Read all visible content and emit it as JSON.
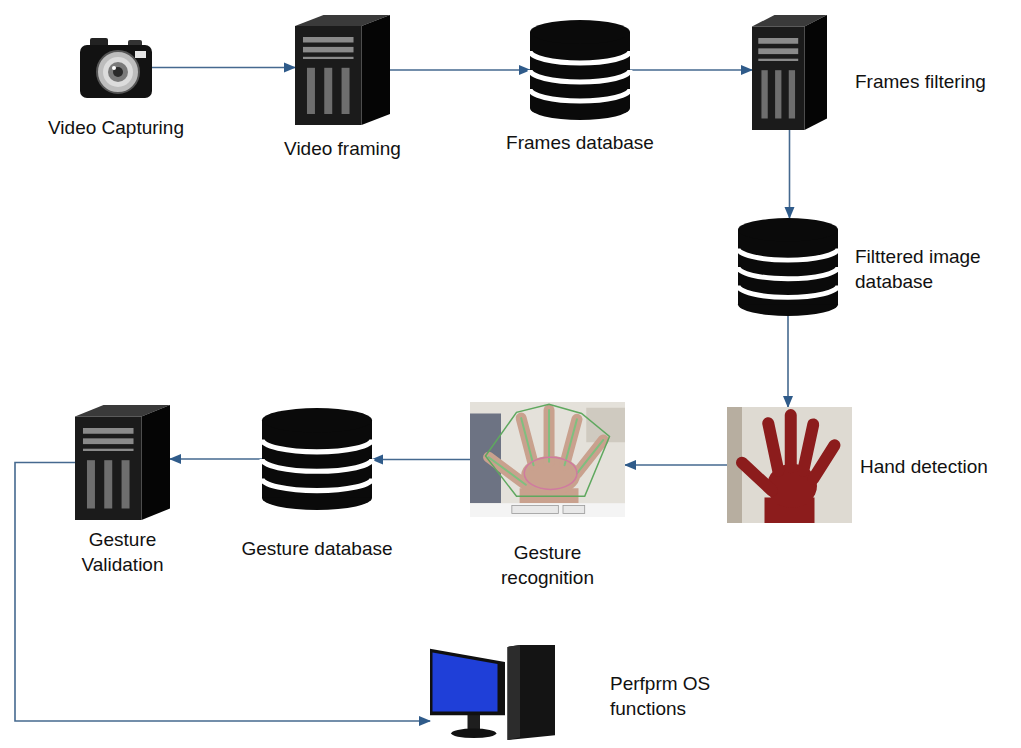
{
  "diagram": {
    "nodes": [
      {
        "text": [
          "Video Capturing"
        ]
      },
      {
        "text": [
          "Video framing"
        ]
      },
      {
        "text": [
          "Frames database"
        ]
      },
      {
        "text": [
          "Frames filtering"
        ]
      },
      {
        "text": [
          "Filttered image database"
        ]
      },
      {
        "text": [
          "Hand detection"
        ]
      },
      {
        "text": [
          "Gesture recognition"
        ]
      },
      {
        "text": [
          "Gesture database"
        ]
      },
      {
        "text": [
          "Gesture Validation"
        ]
      },
      {
        "text": [
          "Perfprm OS functions"
        ]
      }
    ],
    "edges": [
      {
        "from": 0,
        "to": 1,
        "arrow": "to"
      },
      {
        "from": 1,
        "to": 2,
        "arrow": "to"
      },
      {
        "from": 2,
        "to": 3,
        "arrow": "to"
      },
      {
        "from": 3,
        "to": 4,
        "arrow": "to"
      },
      {
        "from": 4,
        "to": 5,
        "arrow": "to"
      },
      {
        "from": 5,
        "to": 6,
        "arrow": "to"
      },
      {
        "from": 6,
        "to": 7,
        "arrow": "to"
      },
      {
        "from": 7,
        "to": 8,
        "arrow": "to"
      },
      {
        "from": 8,
        "to": 9,
        "arrow": "to"
      }
    ]
  }
}
